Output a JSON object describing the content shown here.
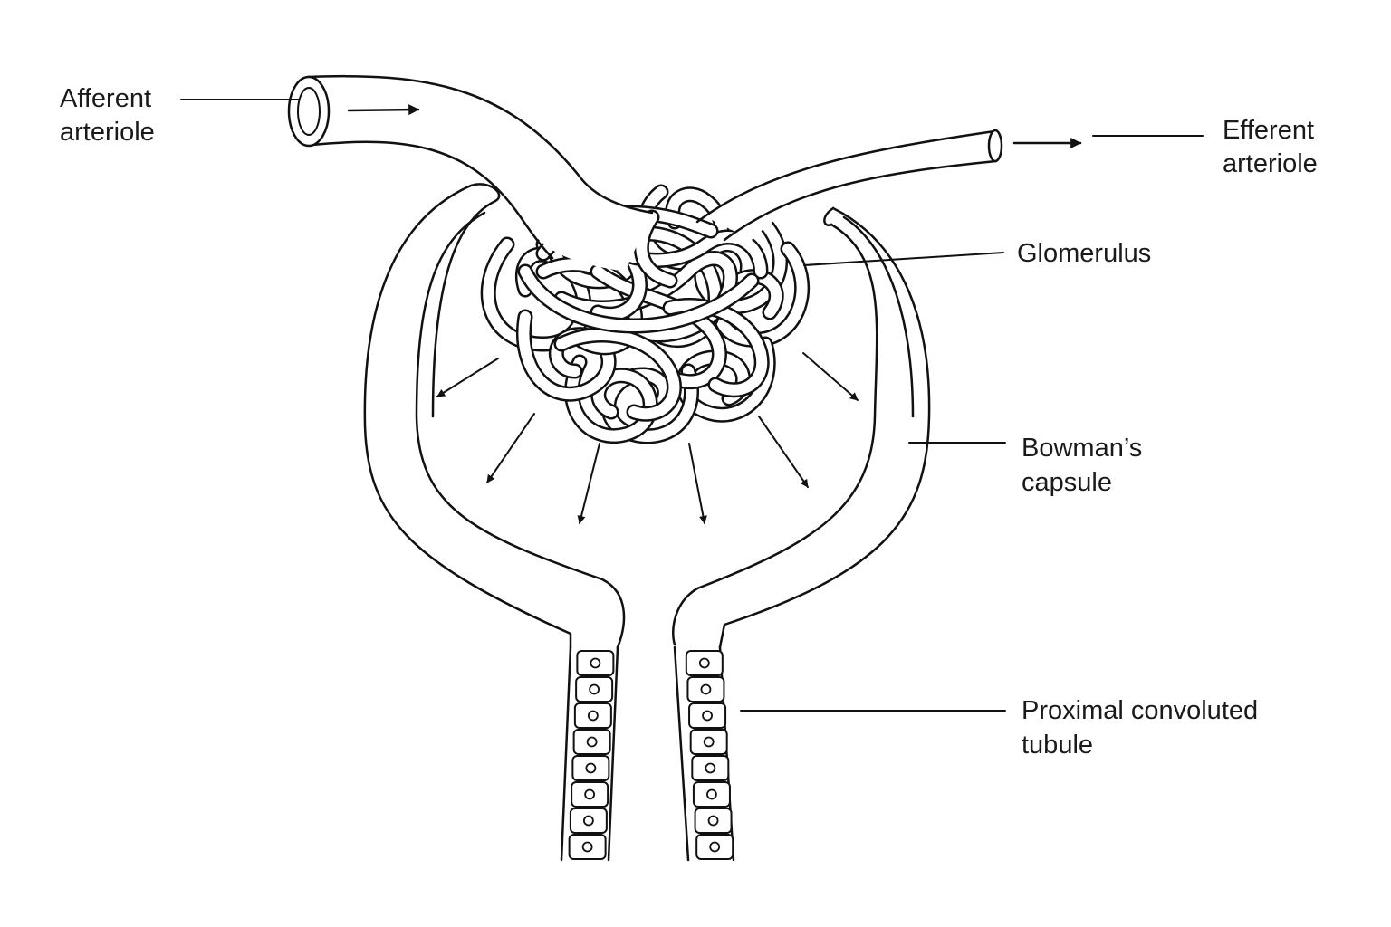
{
  "labels": {
    "afferent": [
      "Afferent",
      "arteriole"
    ],
    "efferent": [
      "Efferent",
      "arteriole"
    ],
    "glomerulus": [
      "Glomerulus"
    ],
    "bowman": [
      "Bowman’s",
      "capsule"
    ],
    "pct": [
      "Proximal convoluted",
      "tubule"
    ]
  },
  "colors": {
    "line": "#111111",
    "fill": "#ffffff",
    "background": "#ffffff"
  }
}
